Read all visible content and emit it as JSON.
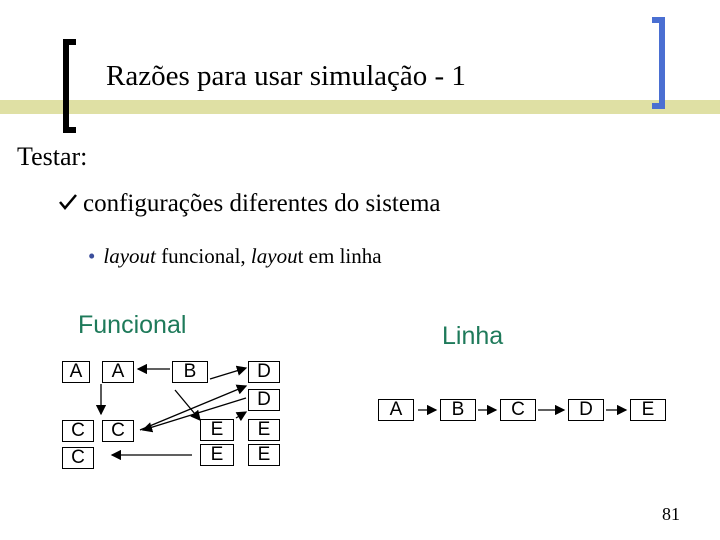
{
  "slide": {
    "title": "Razões para usar simulação - 1",
    "line1": "Testar:",
    "line2": "configurações diferentes do sistema",
    "line3": {
      "part1": "layout",
      "part2": " funcional, ",
      "part3": "layou",
      "part4": "t em linha"
    },
    "check_icon": "checkmark-icon",
    "bullet_icon": "bullet-icon",
    "page_number": "81"
  },
  "diagram": {
    "functional": {
      "heading": "Funcional",
      "boxes": [
        "A",
        "A",
        "B",
        "D",
        "D",
        "C",
        "C",
        "C",
        "E",
        "E",
        "E",
        "E"
      ]
    },
    "linear": {
      "heading": "Linha",
      "boxes": [
        "A",
        "B",
        "C",
        "D",
        "E"
      ]
    }
  },
  "colors": {
    "title_bar": "#dfe0a4",
    "bracket_black": "#000000",
    "bracket_blue": "#4a6fd2",
    "heading_green": "#1e7a5a",
    "bullet_blue": "#3c4e9c"
  }
}
